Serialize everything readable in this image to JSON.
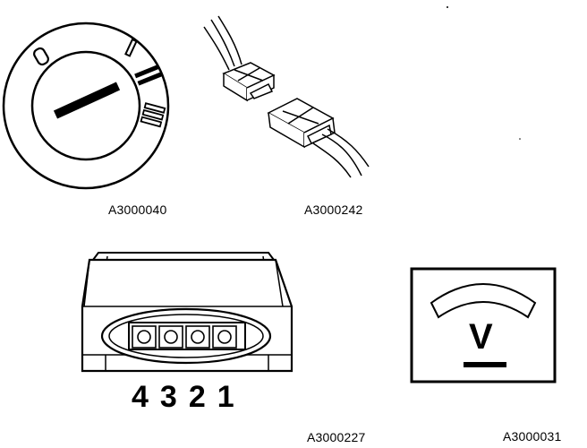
{
  "figures": [
    {
      "id": "ignition-switch",
      "label": "A3000040"
    },
    {
      "id": "connector-pair",
      "label": "A3000242"
    },
    {
      "id": "four-pin-connector",
      "label": "A3000227",
      "pin_numbers": "4321"
    },
    {
      "id": "voltmeter-symbol",
      "label": "A3000031",
      "symbol": "V"
    }
  ]
}
